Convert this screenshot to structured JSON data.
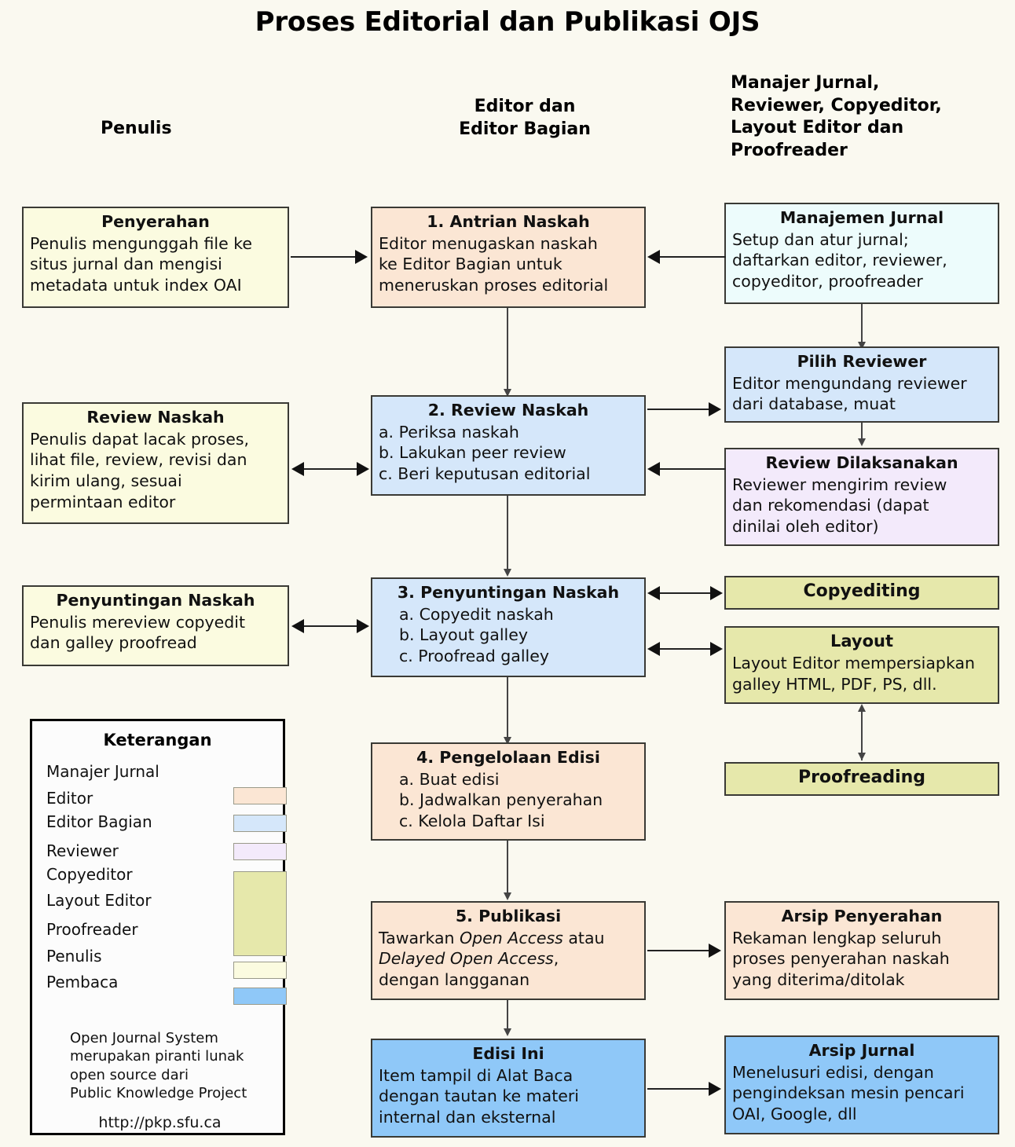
{
  "title": "Proses Editorial dan Publikasi OJS",
  "columns": {
    "left": "Penulis",
    "middle_l1": "Editor dan",
    "middle_l2": "Editor Bagian",
    "right_l1": "Manajer Jurnal,",
    "right_l2": "Reviewer, Copyeditor,",
    "right_l3": "Layout Editor dan",
    "right_l4": "Proofreader"
  },
  "boxes": {
    "penyerahan": {
      "title": "Penyerahan",
      "l1": "Penulis mengunggah file ke",
      "l2": "situs jurnal dan mengisi",
      "l3": "metadata untuk index OAI"
    },
    "antrian": {
      "title": "1. Antrian Naskah",
      "l1": "Editor menugaskan naskah",
      "l2": "ke Editor Bagian untuk",
      "l3": "meneruskan proses editorial"
    },
    "manajemen": {
      "title": "Manajemen Jurnal",
      "l1": "Setup dan atur jurnal;",
      "l2": "daftarkan editor, reviewer,",
      "l3": "copyeditor, proofreader"
    },
    "review_naskah_penulis": {
      "title": "Review Naskah",
      "l1": "Penulis dapat lacak proses,",
      "l2": "lihat file, review, revisi dan",
      "l3": "kirim ulang, sesuai",
      "l4": "permintaan editor"
    },
    "review_naskah": {
      "title": "2. Review Naskah",
      "l1": "a. Periksa naskah",
      "l2": "b. Lakukan peer review",
      "l3": "c. Beri keputusan editorial"
    },
    "pilih_reviewer": {
      "title": "Pilih Reviewer",
      "l1": "Editor mengundang reviewer",
      "l2": "dari database, muat"
    },
    "review_dilaksanakan": {
      "title": "Review Dilaksanakan",
      "l1": "Reviewer mengirim review",
      "l2": "dan rekomendasi (dapat",
      "l3": "dinilai oleh editor)"
    },
    "penyuntingan_penulis": {
      "title": "Penyuntingan Naskah",
      "l1": "Penulis mereview copyedit",
      "l2": "dan galley proofread"
    },
    "penyuntingan": {
      "title": "3. Penyuntingan Naskah",
      "l1": "a. Copyedit naskah",
      "l2": "b. Layout galley",
      "l3": "c. Proofread galley"
    },
    "copyediting": {
      "title": "Copyediting"
    },
    "layout": {
      "title": "Layout",
      "l1": "Layout Editor mempersiapkan",
      "l2": "galley HTML, PDF, PS, dll."
    },
    "proofreading": {
      "title": "Proofreading"
    },
    "pengelolaan": {
      "title": "4. Pengelolaan Edisi",
      "l1": "a. Buat edisi",
      "l2": "b. Jadwalkan penyerahan",
      "l3": "c. Kelola Daftar Isi"
    },
    "publikasi": {
      "title": "5. Publikasi",
      "l1_a": "Tawarkan ",
      "l1_em": "Open Access",
      "l1_b": " atau",
      "l2_em": "Delayed Open Access",
      "l2_b": ",",
      "l3": "dengan langganan"
    },
    "arsip_penyerahan": {
      "title": "Arsip Penyerahan",
      "l1": "Rekaman lengkap seluruh",
      "l2": "proses penyerahan naskah",
      "l3": "yang diterima/ditolak"
    },
    "edisi_ini": {
      "title": "Edisi Ini",
      "l1": "Item tampil di Alat Baca",
      "l2": "dengan tautan ke materi",
      "l3": "internal dan eksternal"
    },
    "arsip_jurnal": {
      "title": "Arsip Jurnal",
      "l1": "Menelusuri edisi, dengan",
      "l2": "pengindeksan mesin pencari",
      "l3": "OAI, Google, dll"
    }
  },
  "legend": {
    "title": "Keterangan",
    "rows": [
      {
        "label": "Manajer Jurnal",
        "color": ""
      },
      {
        "label": "Editor",
        "color": "#fbe6d4"
      },
      {
        "label": "Editor Bagian",
        "color": "#d5e7fa"
      },
      {
        "label": "Reviewer",
        "color": "#f3eafb"
      },
      {
        "label": "Copyeditor",
        "color": "#e6e8ab"
      },
      {
        "label": "Layout Editor",
        "color": "#e6e8ab"
      },
      {
        "label": "Proofreader",
        "color": "#e6e8ab"
      },
      {
        "label": "Penulis",
        "color": "#fbfbe0"
      },
      {
        "label": "Pembaca",
        "color": "#8fc8f8"
      }
    ],
    "note_l1": "Open Journal System",
    "note_l2": "merupakan piranti lunak",
    "note_l3": "open source dari",
    "note_l4": "Public Knowledge Project",
    "url": "http://pkp.sfu.ca"
  }
}
